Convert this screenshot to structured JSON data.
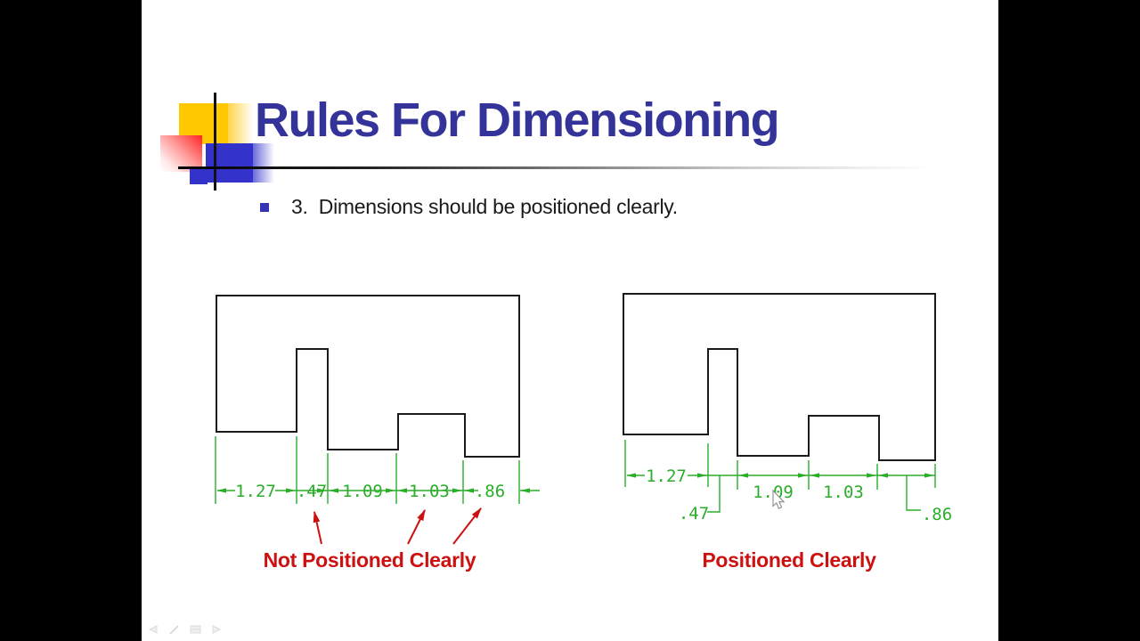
{
  "slide": {
    "title": "Rules For Dimensioning",
    "bullet_text": "3.  Dimensions should be positioned clearly."
  },
  "drawings": {
    "left": {
      "label": "Not Positioned Clearly",
      "dims": [
        "1.27",
        ".47",
        "1.09",
        "1.03",
        ".86"
      ]
    },
    "right": {
      "label": "Positioned Clearly",
      "dims": [
        "1.27",
        ".47",
        "1.09",
        "1.03",
        ".86"
      ]
    }
  },
  "toolbar": {
    "icons": [
      "previous-slide",
      "pen",
      "slide-menu",
      "next-slide"
    ]
  },
  "colors": {
    "dimension_green": "#2aae2a",
    "annotation_red": "#cc1111",
    "title_blue": "#333399",
    "logo_yellow": "#ffc800",
    "logo_blue": "#3333cc",
    "logo_red": "#ff2222",
    "letterbox": "#000000"
  }
}
